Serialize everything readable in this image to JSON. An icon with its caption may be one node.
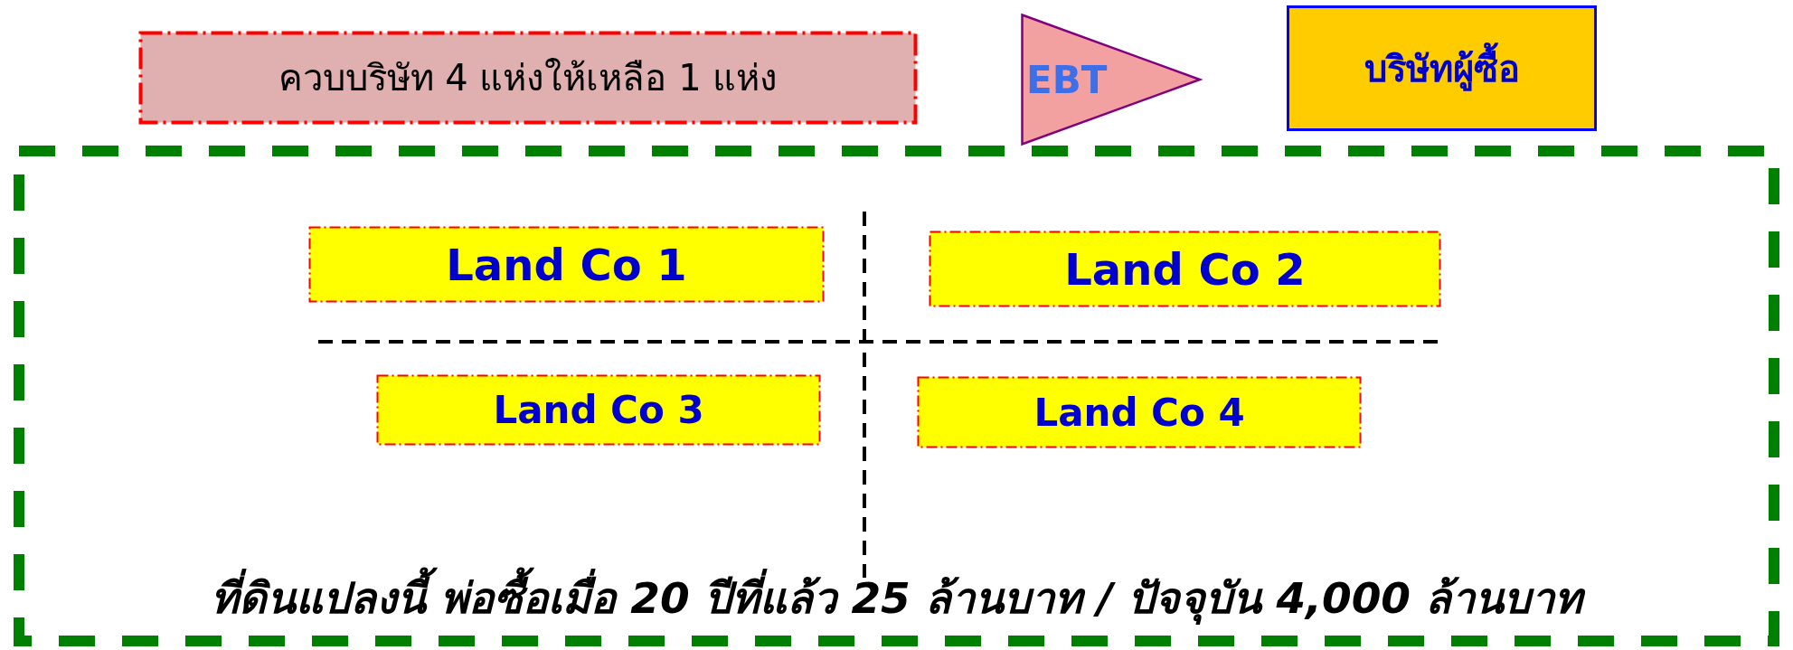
{
  "diagram": {
    "nodes": [
      {
        "text": [
          "ควบบริษัท 4 แห่งให้เหลือ 1 แห่ง"
        ]
      },
      {
        "text": [
          "EBT"
        ]
      },
      {
        "text": [
          "บริษัทผู้ซื้อ"
        ]
      },
      {
        "text": [
          "ที่ดินแปลงนี้ พ่อซื้อเมื่อ 20 ปีที่แล้ว 25 ล้านบาท / ปัจจุบัน 4,000 ล้านบาท"
        ]
      },
      {
        "text": [
          "Land Co 1"
        ],
        "in": 3
      },
      {
        "text": [
          "Land Co 2"
        ],
        "in": 3
      },
      {
        "text": [
          "Land Co 3"
        ],
        "in": 3
      },
      {
        "text": [
          "Land Co 4"
        ],
        "in": 3
      }
    ]
  }
}
